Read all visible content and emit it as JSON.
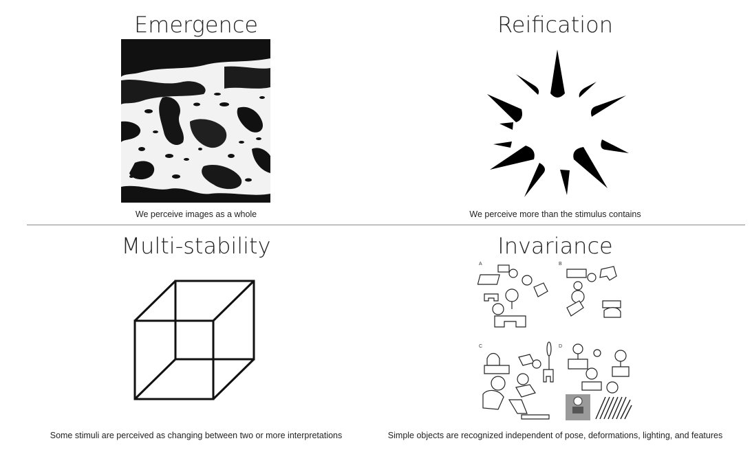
{
  "panels": {
    "emergence": {
      "title": "Emergence",
      "caption": "We perceive images as a whole",
      "image": "dalmatian-dog-illusion"
    },
    "reification": {
      "title": "Reification",
      "caption": "We perceive more than the stimulus contains",
      "image": "illusory-sphere-spikes"
    },
    "multistability": {
      "title": "Multi-stability",
      "caption": "Some stimuli are perceived as changing between two or more interpretations",
      "image": "necker-cube"
    },
    "invariance": {
      "title": "Invariance",
      "caption": "Simple objects are recognized independent of pose, deformations, lighting, and features",
      "image": "geon-objects",
      "quadrant_labels": [
        "A",
        "B",
        "C",
        "D"
      ]
    }
  }
}
